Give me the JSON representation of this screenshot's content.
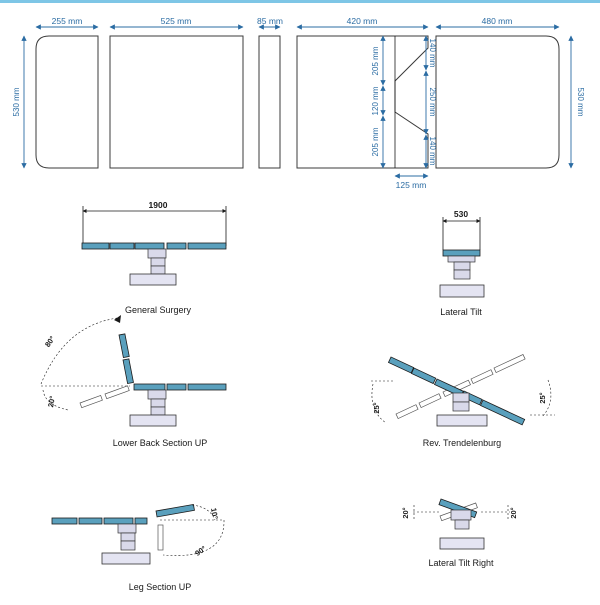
{
  "dimensions": {
    "top_widths": [
      "255 mm",
      "525 mm",
      "85 mm",
      "420 mm",
      "480 mm"
    ],
    "left_height": "530 mm",
    "right_height": "530 mm",
    "mid_205_top": "205 mm",
    "mid_120": "120 mm",
    "mid_205_bottom": "205 mm",
    "mid_140_top": "140 mm",
    "mid_250": "250 mm",
    "mid_140_bottom": "140 mm",
    "bottom_125": "125 mm"
  },
  "views": {
    "general_surgery": {
      "caption": "General Surgery",
      "length": "1900"
    },
    "lateral_tilt": {
      "caption": "Lateral Tilt",
      "width": "530"
    },
    "lower_back": {
      "caption": "Lower Back Section UP",
      "angle_up": "80°",
      "angle_down": "20°"
    },
    "rev_trend": {
      "caption": "Rev. Trendelenburg",
      "angle_left": "25°",
      "angle_right": "25°"
    },
    "leg_section": {
      "caption": "Leg Section UP",
      "angle_small": "10°",
      "angle_large": "90°"
    },
    "lateral_tilt_right": {
      "caption": "Lateral Tilt Right",
      "angle_left": "20°",
      "angle_right": "20°"
    }
  },
  "colors": {
    "segment": "#5aa0bd",
    "dimension": "#2b6ca3",
    "base": "#e4e4f2"
  }
}
